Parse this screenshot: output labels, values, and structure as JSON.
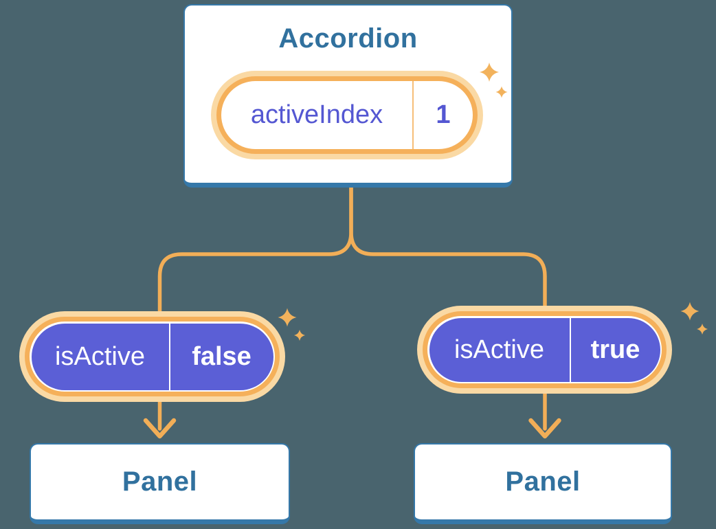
{
  "diagram": {
    "root": {
      "title": "Accordion",
      "pill": {
        "label": "activeIndex",
        "value": "1"
      }
    },
    "branches": [
      {
        "pill": {
          "label": "isActive",
          "value": "false"
        },
        "node": {
          "title": "Panel"
        }
      },
      {
        "pill": {
          "label": "isActive",
          "value": "true"
        },
        "node": {
          "title": "Panel"
        }
      }
    ],
    "icons": {
      "sparkle": "four-point-star-sparkle"
    },
    "colors": {
      "background": "#49646E",
      "card_background": "#FFFFFF",
      "card_border_blue": "#3578A9",
      "heading_blue": "#31719E",
      "state_purple": "#5B5FD6",
      "state_text_purple": "#5457D2",
      "pill_ring_orange": "#F5B05A",
      "pill_glow_orange": "#FAD9A4",
      "connector_orange": "#F2AE57",
      "sparkle_orange": "#F2B25C",
      "pill_text_white": "#FFFFFF"
    }
  }
}
